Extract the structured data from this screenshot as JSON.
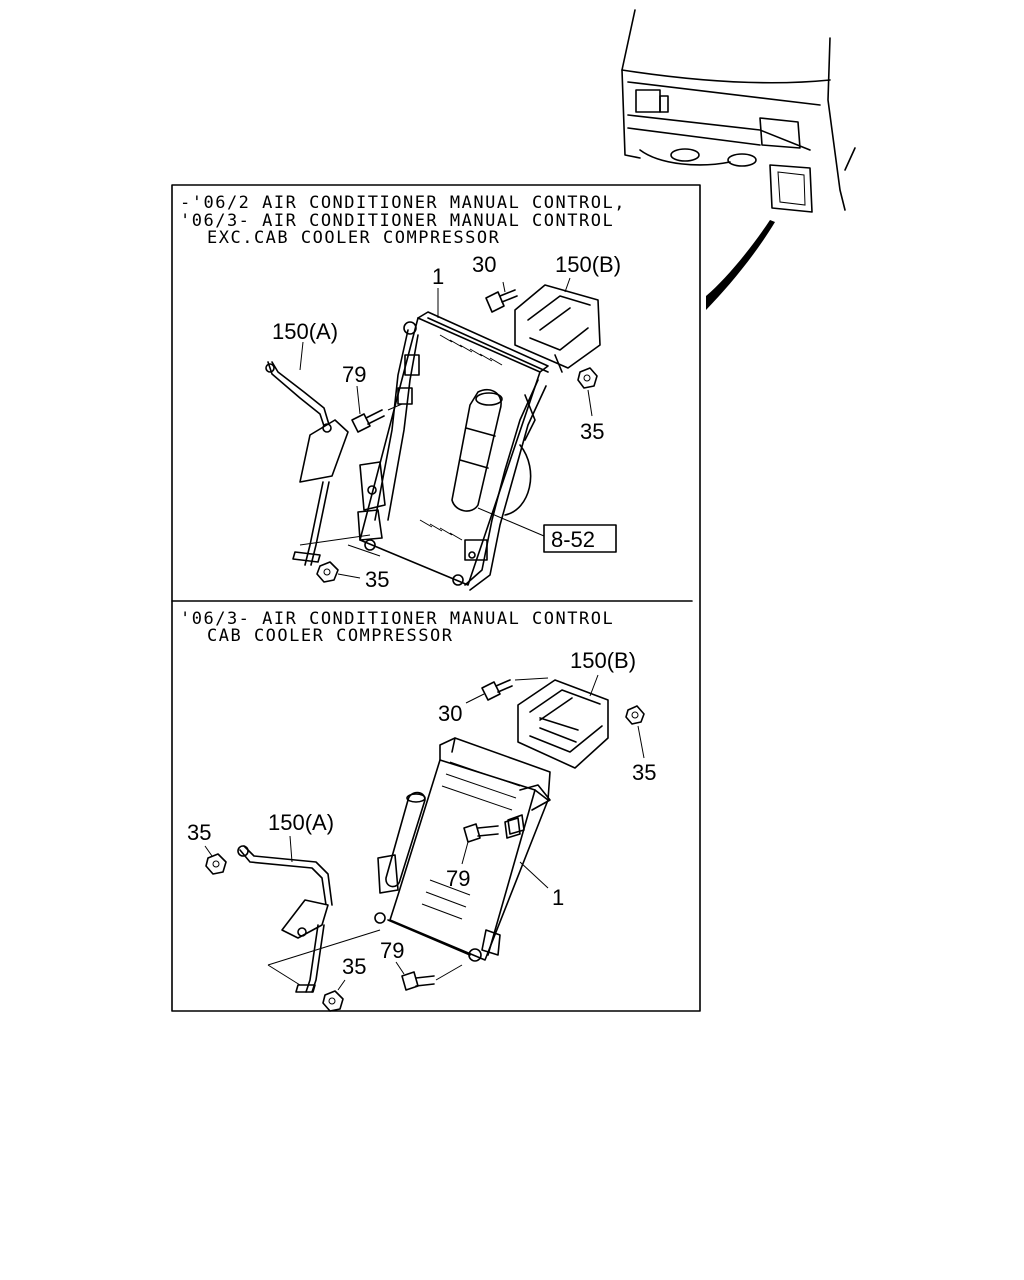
{
  "top_section": {
    "header_lines": [
      "-'06/2 AIR CONDITIONER MANUAL CONTROL,",
      "'06/3- AIR CONDITIONER MANUAL CONTROL",
      "EXC.CAB COOLER COMPRESSOR"
    ],
    "callouts": {
      "condenser": "1",
      "bolt_30": "30",
      "bracket_b": "150(B)",
      "bracket_a": "150(A)",
      "bolt_79": "79",
      "nut_right": "35",
      "nut_bottom": "35",
      "ref_box": "8-52"
    }
  },
  "bottom_section": {
    "header_lines": [
      "'06/3- AIR CONDITIONER MANUAL CONTROL",
      "CAB COOLER COMPRESSOR"
    ],
    "callouts": {
      "bracket_b": "150(B)",
      "bolt_30": "30",
      "nut_right": "35",
      "nut_left": "35",
      "bracket_a": "150(A)",
      "bolt_79_upper": "79",
      "condenser": "1",
      "bolt_79_lower": "79",
      "nut_bottom": "35"
    }
  }
}
